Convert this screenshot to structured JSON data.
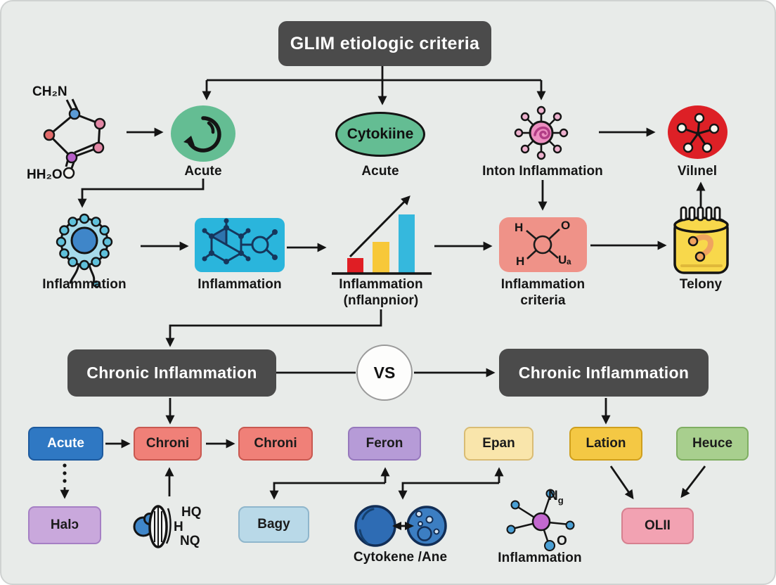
{
  "background_color": "#e8ebe9",
  "title": {
    "label": "GLIM etiologic criteria",
    "bg": "#4b4b4b"
  },
  "top_row": {
    "chem_structure": {
      "formula_top": "CH₂N",
      "formula_bottom": "HH₂O"
    },
    "acute_cycle": {
      "label": "Acute",
      "color": "#64bd93"
    },
    "cytokine_ellipse": {
      "text": "Cytokiine",
      "label": "Acute",
      "color": "#64bd93"
    },
    "virus": {
      "label": "Inton Inflammation"
    },
    "vilinel": {
      "label": "Vilınel",
      "color": "#dd2026"
    }
  },
  "mid_row": {
    "cell": {
      "label": "Inflammation"
    },
    "molecule_box": {
      "label": "Inflammation",
      "color": "#2ab5dc"
    },
    "bar_chart": {
      "label_line1": "Inflammation",
      "label_line2": "(nflanpnior)",
      "bar_colors": [
        "#e01e24",
        "#f7c839",
        "#35b8dd"
      ]
    },
    "criteria_box": {
      "label_line1": "Inflammation",
      "label_line2": "criteria",
      "color": "#ef9288",
      "atoms": {
        "top_left": "H",
        "top_right": "O",
        "bottom_left": "H",
        "bottom_right": "Uₐ"
      }
    },
    "calendar": {
      "label": "Telony",
      "color": "#f8d84b"
    }
  },
  "versus_row": {
    "left_box": "Chronic Inflammation",
    "vs": "VS",
    "right_box": "Chronic Inflammation"
  },
  "stage_boxes": {
    "acute": {
      "label": "Acute",
      "color": "#2f78c3"
    },
    "chroni_1": {
      "label": "Chroni",
      "color": "#f08078"
    },
    "chroni_2": {
      "label": "Chroni",
      "color": "#f08078"
    },
    "feron": {
      "label": "Feron",
      "color": "#b69bd7"
    },
    "epan": {
      "label": "Epan",
      "color": "#f9e5ab"
    },
    "lation": {
      "label": "Lation",
      "color": "#f4c844"
    },
    "heuce": {
      "label": "Heuce",
      "color": "#a8cf8e"
    }
  },
  "bottom_row": {
    "halo": {
      "label": "Halɔ",
      "color": "#c9a8dc"
    },
    "organelle": {
      "labels": {
        "hq": "HQ",
        "h": "H",
        "nq": "NQ"
      }
    },
    "bagy": {
      "label": "Bagy",
      "color": "#b9d9e8"
    },
    "cell_pair": {
      "label": "Cytokene /Ane"
    },
    "molecule": {
      "label": "Inflammation",
      "atom_n": "N",
      "atom_n_sub": "g",
      "atom_o": "O"
    },
    "olii": {
      "label": "OLII",
      "color": "#f2a2b2"
    }
  },
  "icons": {
    "chem-structure-icon": "pentagon ring molecule",
    "cycle-icon": "circular arrow",
    "virus-icon": "spiked virus particle",
    "star-molecule-icon": "five-branch molecule",
    "cell-icon": "cell with nucleus and flagella",
    "hexagon-molecule-icon": "hexagonal molecule with bonds",
    "bar-chart-icon": "rising bar chart with trend arrow",
    "atom-molecule-icon": "central atom with four bonds",
    "calendar-icon": "spiral-bound calendar with squiggle",
    "organelle-icon": "striped organelle with blue blob",
    "cell-pair-icon": "two cells exchanging",
    "bottom-molecule-icon": "central atom with five satellites"
  }
}
